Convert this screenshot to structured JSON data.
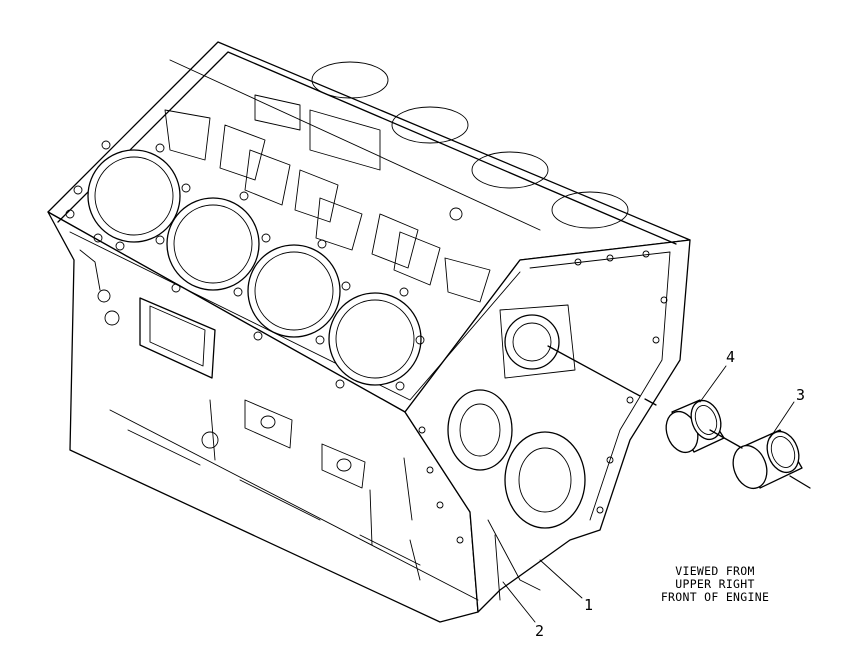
{
  "callouts": {
    "c1": "1",
    "c2": "2",
    "c3": "3",
    "c4": "4"
  },
  "caption": {
    "line1": "VIEWED FROM",
    "line2": "UPPER RIGHT",
    "line3": "FRONT OF ENGINE"
  },
  "colors": {
    "ink": "#000000",
    "paper": "#ffffff"
  }
}
